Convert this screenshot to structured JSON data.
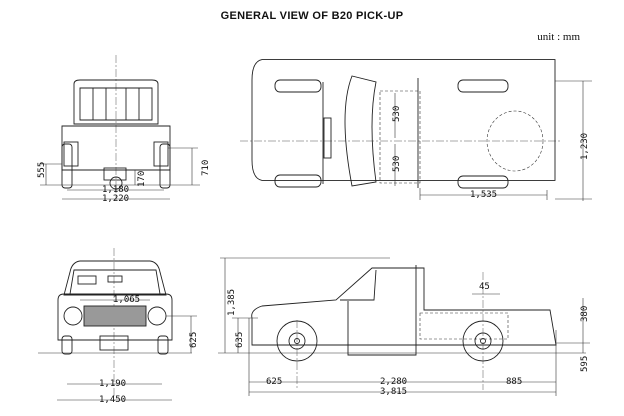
{
  "title": "GENERAL VIEW OF B20 PICK-UP",
  "unit": "unit : mm",
  "rear_view": {
    "track_rear": "1,180",
    "overall_width_rear": "1,220",
    "height_555": "555",
    "height_710": "710",
    "clearance": "170"
  },
  "top_view": {
    "half_width_1": "530",
    "half_width_2": "530",
    "bed_width": "1,230",
    "bed_length": "1,535"
  },
  "front_view": {
    "inner_width": "1,065",
    "track_front": "1,190",
    "overall_width": "1,450",
    "headlight_height": "625"
  },
  "side_view": {
    "overall_height": "1,385",
    "front_height": "635",
    "offset": "45",
    "bed_depth": "380",
    "rear_height": "595",
    "front_overhang": "625",
    "wheelbase": "2,280",
    "rear_overhang": "885",
    "overall_length": "3,815"
  }
}
